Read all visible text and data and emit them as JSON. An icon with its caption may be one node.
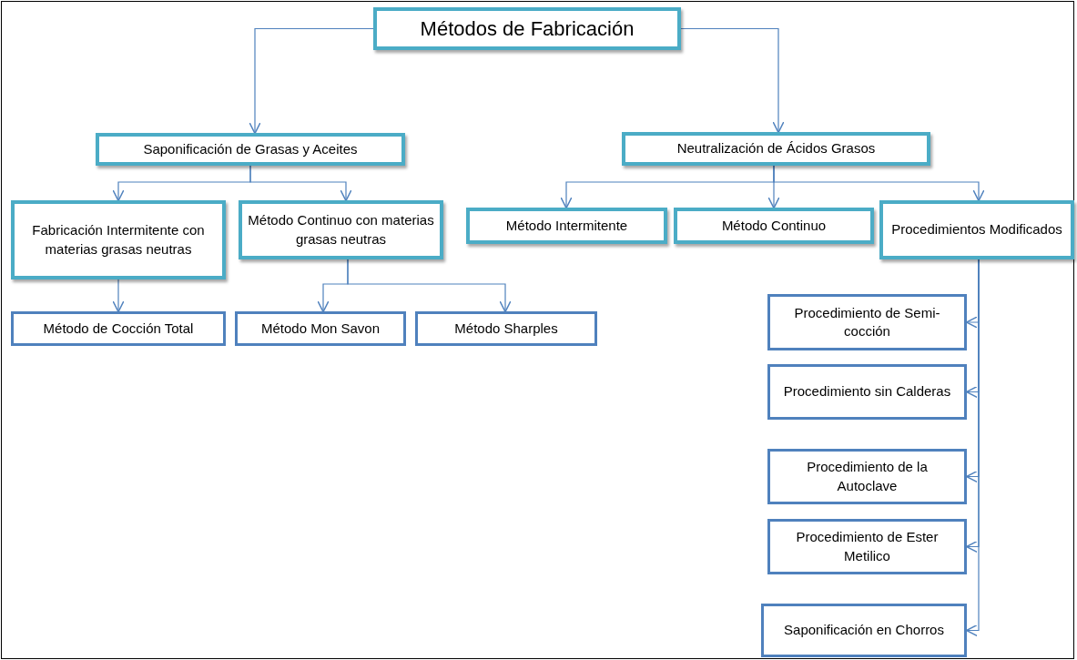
{
  "diagram": {
    "nodes": [
      {
        "text": [
          "Métodos de Fabricación"
        ]
      },
      {
        "text": [
          "Saponificación de Grasas y Aceites"
        ]
      },
      {
        "text": [
          "Neutralización de Ácidos Grasos"
        ]
      },
      {
        "text": [
          "Fabricación Intermitente con materias grasas neutras"
        ]
      },
      {
        "text": [
          "Método Continuo con materias grasas neutras"
        ]
      },
      {
        "text": [
          "Método Intermitente"
        ]
      },
      {
        "text": [
          "Método Continuo"
        ]
      },
      {
        "text": [
          "Procedimientos Modificados"
        ]
      },
      {
        "text": [
          "Método de Cocción Total"
        ]
      },
      {
        "text": [
          "Método Mon Savon"
        ]
      },
      {
        "text": [
          "Método Sharples"
        ]
      },
      {
        "text": [
          "Procedimiento de Semi-cocción"
        ]
      },
      {
        "text": [
          "Procedimiento sin Calderas"
        ]
      },
      {
        "text": [
          "Procedimiento de la Autoclave"
        ]
      },
      {
        "text": [
          "Procedimiento de Ester Metilico"
        ]
      },
      {
        "text": [
          "Saponificación en Chorros"
        ]
      }
    ],
    "edges": [
      {
        "from": 0,
        "to": 1,
        "arrow": "to"
      },
      {
        "from": 0,
        "to": 2,
        "arrow": "to"
      },
      {
        "from": 1,
        "to": 3,
        "arrow": "to"
      },
      {
        "from": 1,
        "to": 4,
        "arrow": "to"
      },
      {
        "from": 2,
        "to": 5,
        "arrow": "to"
      },
      {
        "from": 2,
        "to": 6,
        "arrow": "to"
      },
      {
        "from": 2,
        "to": 7,
        "arrow": "to"
      },
      {
        "from": 3,
        "to": 8,
        "arrow": "to"
      },
      {
        "from": 4,
        "to": 9,
        "arrow": "to"
      },
      {
        "from": 4,
        "to": 10,
        "arrow": "to"
      },
      {
        "from": 7,
        "to": 11,
        "arrow": "to"
      },
      {
        "from": 7,
        "to": 12,
        "arrow": "to"
      },
      {
        "from": 7,
        "to": 13,
        "arrow": "to"
      },
      {
        "from": 7,
        "to": 14,
        "arrow": "to"
      },
      {
        "from": 7,
        "to": 15,
        "arrow": "to"
      }
    ]
  }
}
